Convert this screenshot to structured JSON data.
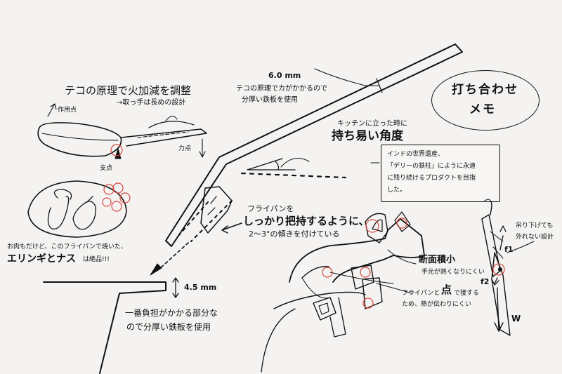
{
  "title": {
    "line1": "打ち合わせ",
    "line2": "メモ"
  },
  "lever": {
    "heading": "テコの原理で火加減を調整",
    "sub": "→取っ手は長めの設計",
    "action_point": "作用点",
    "fulcrum": "支点",
    "force_point": "力点"
  },
  "thickness_top": {
    "value": "6.0 mm",
    "line1": "テコの原理でカがかかるので",
    "line2": "分厚い鉄板を使用"
  },
  "angle": {
    "line1": "キッチンに立った時に",
    "line2": "持ち易い角度"
  },
  "heritage": {
    "line1": "インドの世界遺産、",
    "line2": "「デリーの鉄柱」にように永遠",
    "line3": "に残り続けるプロダクトを目指",
    "line4": "した。"
  },
  "tilt": {
    "line1": "フライパンを",
    "line2": "しっかり把持するように、",
    "line3": "2～3°の傾きを付けている"
  },
  "food": {
    "line1": "お肉もだけど、このフライパンで焼いた、",
    "line2_big": "エリンギとナス",
    "line2_small": "は絶品!!!"
  },
  "thickness_bottom": {
    "value": "4.5 mm",
    "line1": "一番負担がかかる部分な",
    "line2": "ので分厚い鉄板を使用"
  },
  "section": {
    "main": "断面積小",
    "sub": "手元が熱くなりにくい"
  },
  "point_contact": {
    "line1_a": "フライパンと",
    "line1_big": "点",
    "line1_b": "で接する",
    "line2": "ため、熱が伝わりにくい"
  },
  "hang": {
    "line1": "吊り下げても",
    "line2": "外れない設計",
    "f1": "f1",
    "f2": "f2",
    "w": "W"
  },
  "colors": {
    "ink": "#111111",
    "highlight": "#d6483f",
    "paper": "#f4f3f1"
  }
}
